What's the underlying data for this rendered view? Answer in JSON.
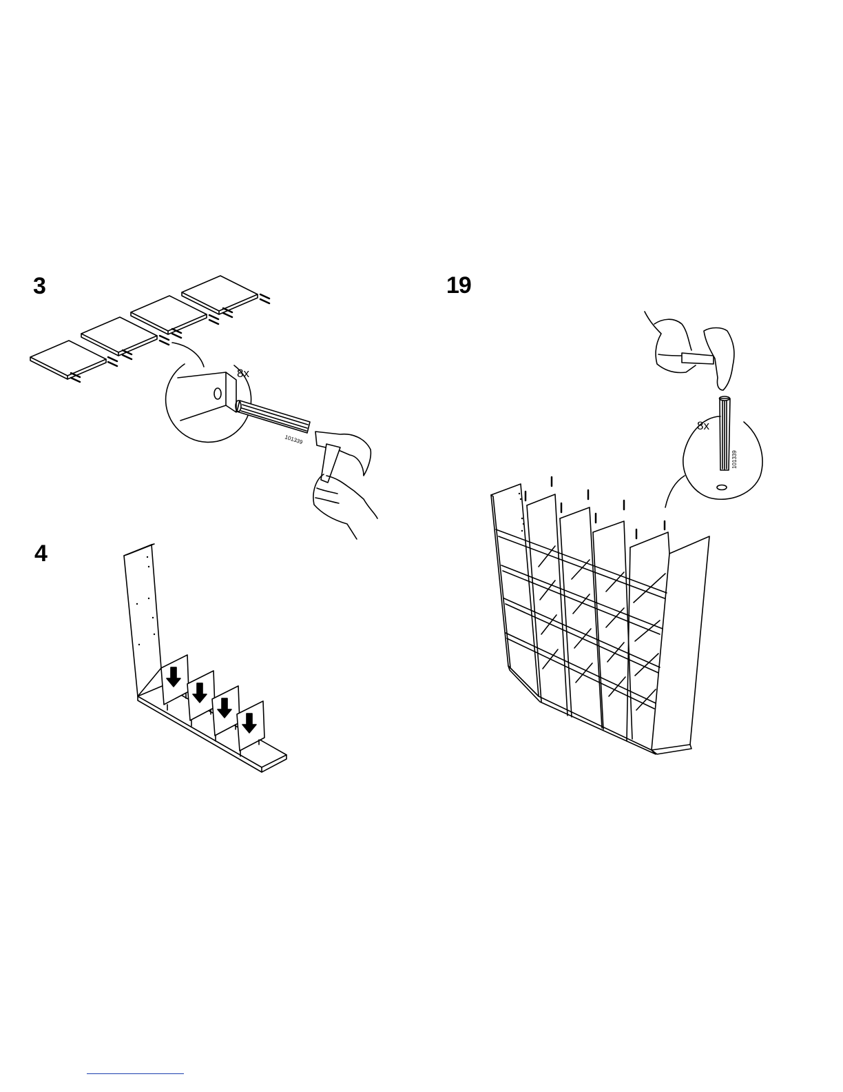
{
  "steps": [
    {
      "number": "3",
      "quantity": "8x",
      "part_code": "101339"
    },
    {
      "number": "4"
    },
    {
      "number": "19",
      "quantity": "8x",
      "part_code": "101339"
    }
  ],
  "icons": [
    "shelf-panel-icon",
    "dowel-icon",
    "hammer-icon",
    "hand-icon",
    "arrow-down-icon",
    "bookcase-frame-icon"
  ],
  "colors": {
    "ink": "#000000",
    "background": "#ffffff",
    "rule": "#1b3fae"
  }
}
